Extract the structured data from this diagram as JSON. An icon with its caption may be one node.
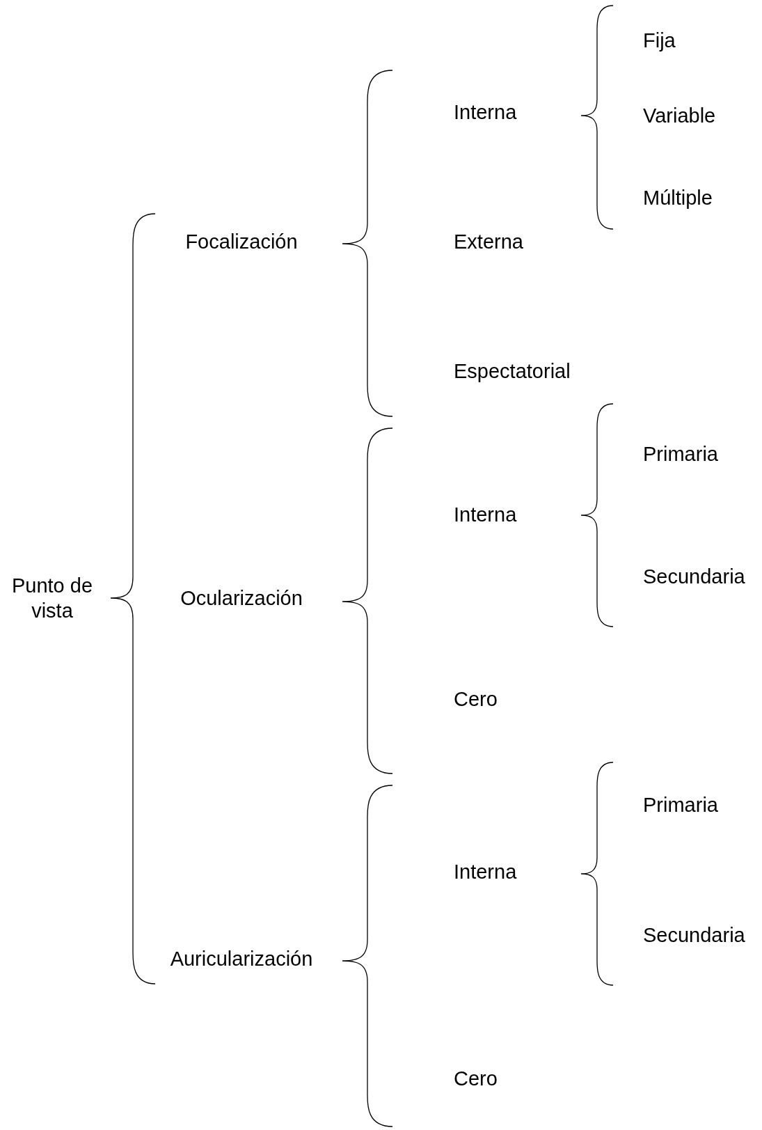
{
  "diagram": {
    "labels": [
      "Fija",
      "Variable",
      "Interna",
      "Múltiple",
      "Focalización",
      "Externa",
      "Espectatorial",
      "Primaria",
      "Interna",
      "Punto de vista",
      "Ocularización",
      "Secundaria",
      "Cero",
      "Primaria",
      "Interna",
      "Secundaria",
      "Auricularización",
      "Cero"
    ]
  }
}
